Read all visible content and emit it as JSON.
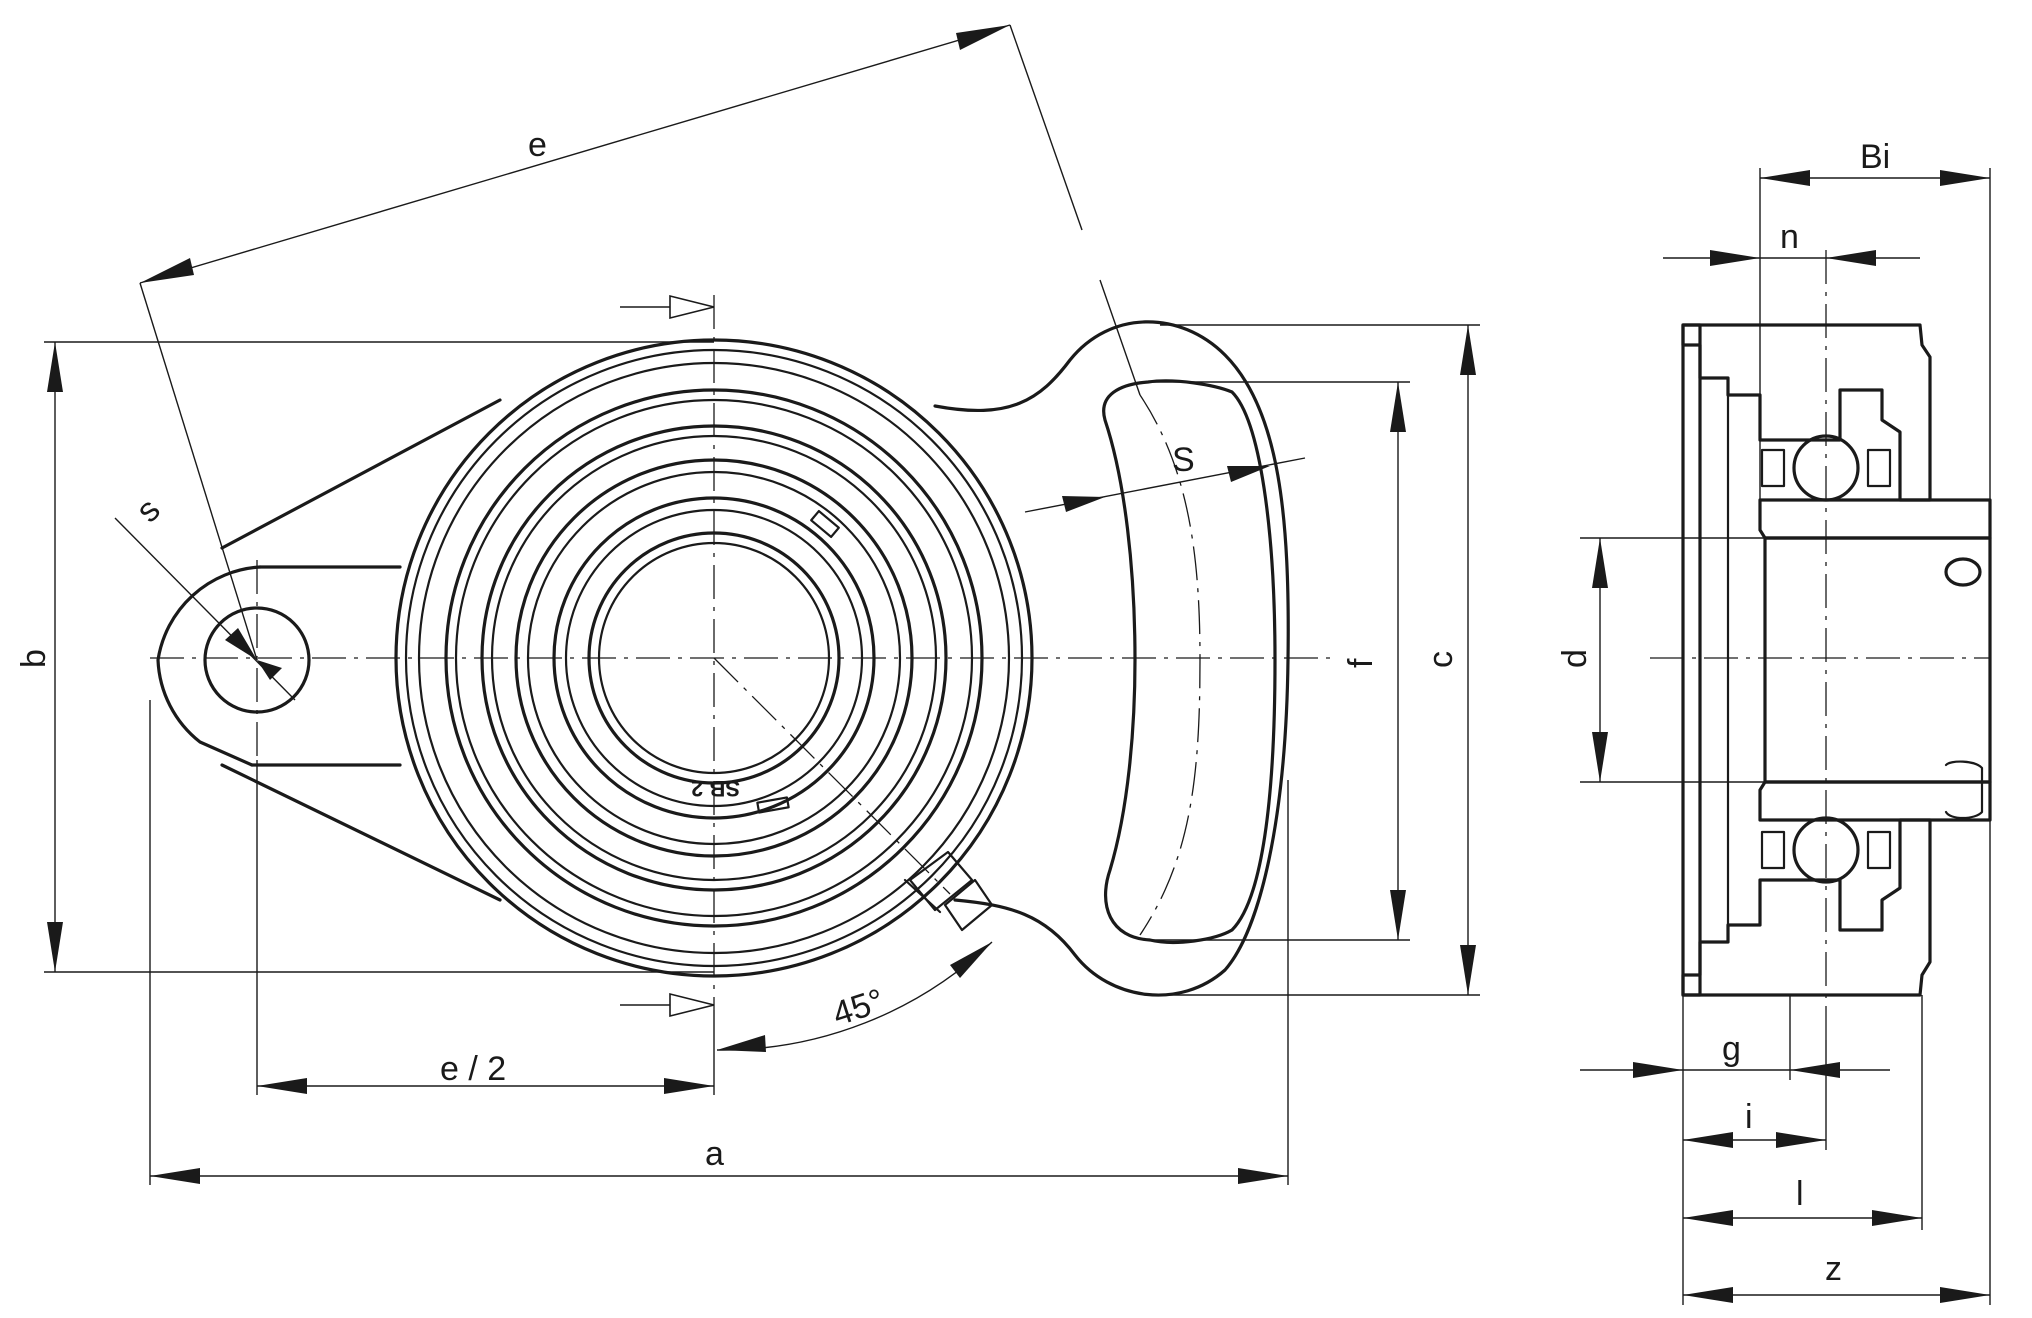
{
  "labels": {
    "a": "a",
    "b": "b",
    "c": "c",
    "d": "d",
    "e": "e",
    "e_half": "e / 2",
    "f": "f",
    "g": "g",
    "i": "i",
    "l": "l",
    "n": "n",
    "s_small": "s",
    "s_large": "S",
    "z": "z",
    "bi": "Bi",
    "angle": "45°",
    "bearing_mark": "SB 2"
  }
}
